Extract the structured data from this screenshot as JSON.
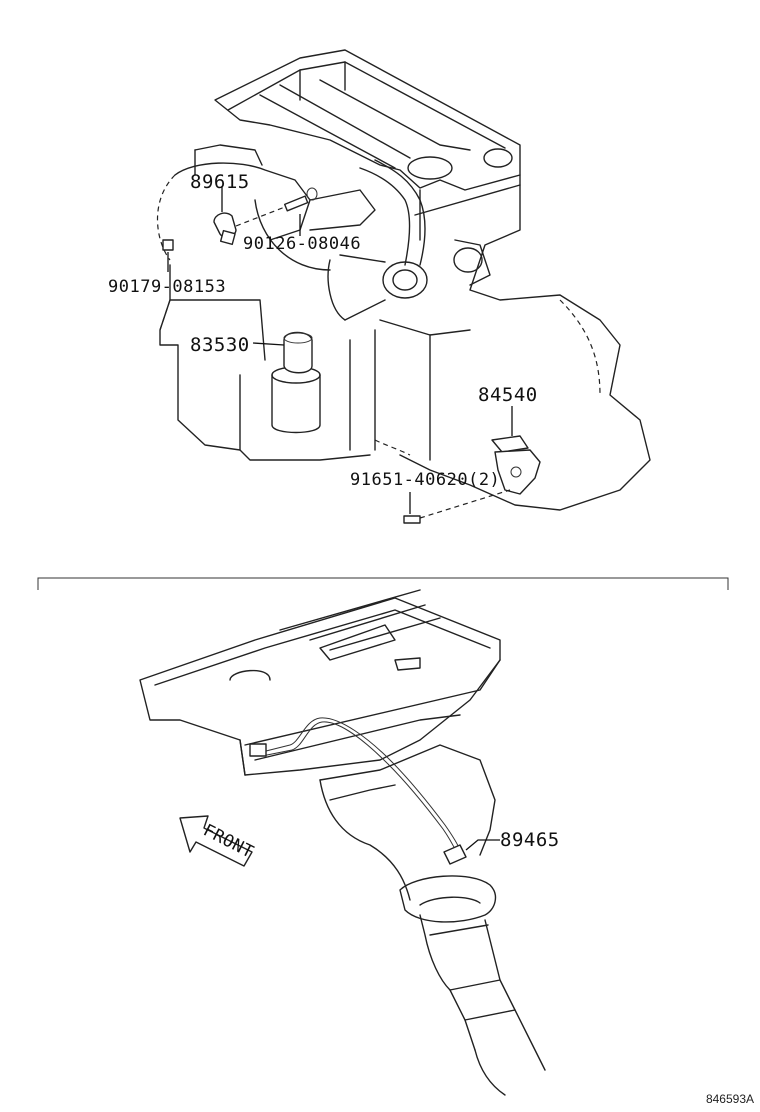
{
  "labels": {
    "part_89615": "89615",
    "part_90126": "90126-08046",
    "part_90179": "90179-08153",
    "part_83530": "83530",
    "part_84540": "84540",
    "part_91651": "91651-40620(2)",
    "part_89465": "89465",
    "front_arrow": "FRONT"
  },
  "diagram_id": "846593A",
  "icons": [
    "front-direction-arrow-icon"
  ]
}
